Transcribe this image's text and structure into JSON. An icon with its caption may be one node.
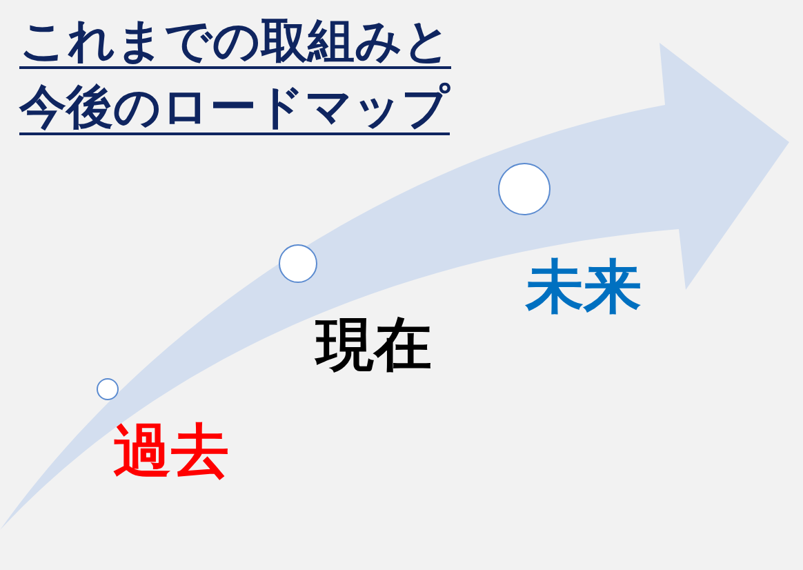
{
  "diagram": {
    "title": "これまでの取組みと今後のロードマップ",
    "nodes": [
      {
        "text": [],
        "shape": "circle",
        "beside": [
          "過去"
        ]
      },
      {
        "text": [],
        "shape": "circle",
        "beside": [
          "現在"
        ]
      },
      {
        "text": [],
        "shape": "circle",
        "beside": [
          "未来"
        ]
      }
    ],
    "edges": []
  }
}
